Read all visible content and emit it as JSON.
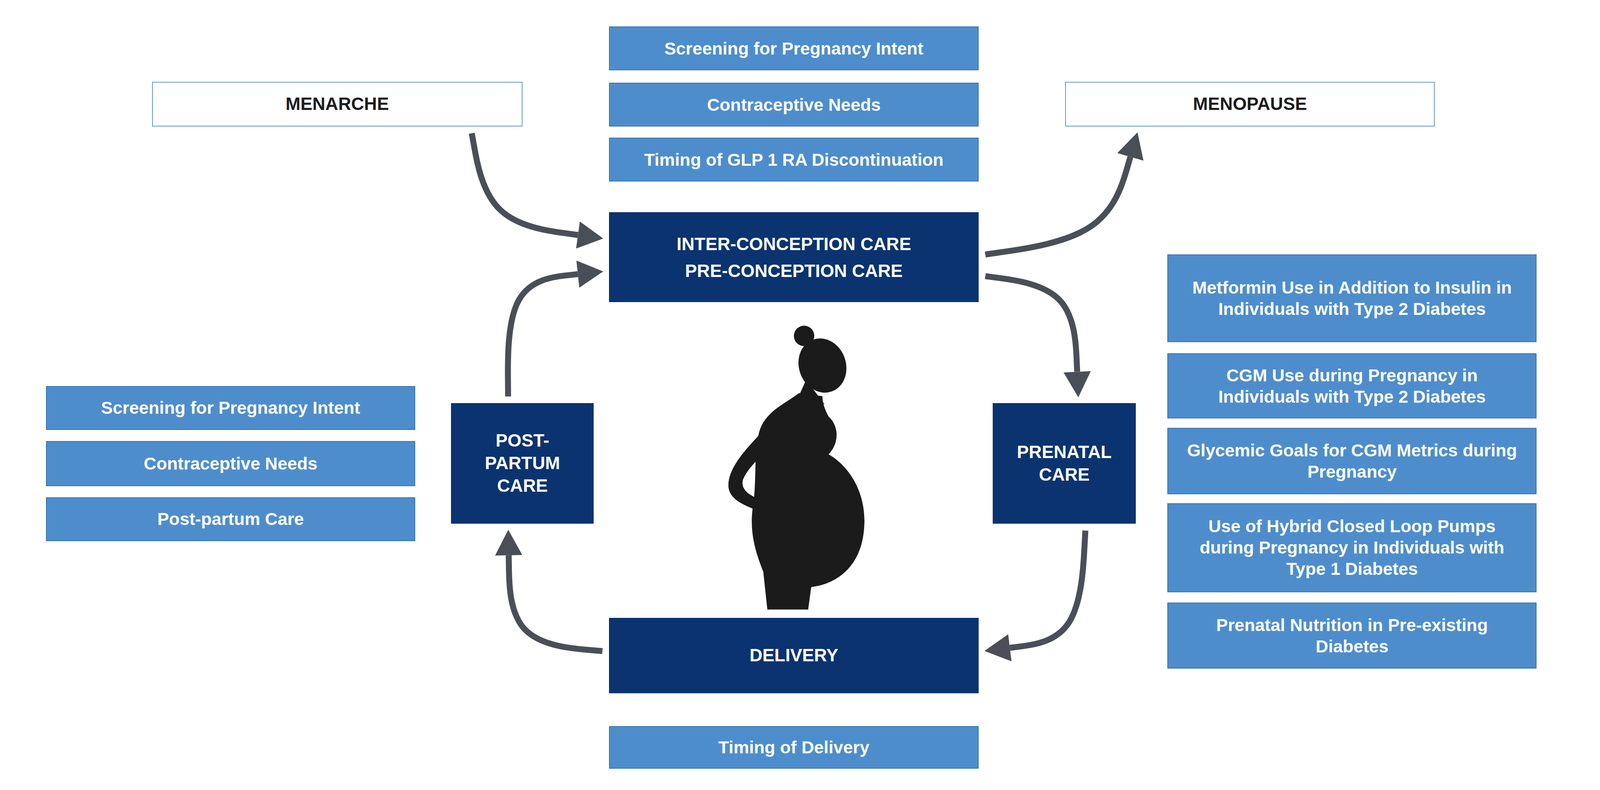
{
  "diagram": {
    "nodes": [
      {
        "text": [
          "MENARCHE"
        ]
      },
      {
        "text": [
          "Screening for Pregnancy Intent"
        ]
      },
      {
        "text": [
          "Contraceptive Needs"
        ]
      },
      {
        "text": [
          "Timing of GLP 1 RA Discontinuation"
        ]
      },
      {
        "text": [
          "MENOPAUSE"
        ]
      },
      {
        "text": [
          "INTER-CONCEPTION CARE",
          "PRE-CONCEPTION CARE"
        ]
      },
      {
        "text": [
          "Metformin Use in Addition to Insulin in Individuals with Type 2 Diabetes"
        ]
      },
      {
        "text": [
          "CGM Use during Pregnancy in Individuals with Type 2 Diabetes"
        ]
      },
      {
        "text": [
          "Glycemic Goals for CGM Metrics during Pregnancy"
        ]
      },
      {
        "text": [
          "Screening for Pregnancy Intent"
        ]
      },
      {
        "text": [
          "Contraceptive Needs"
        ]
      },
      {
        "text": [
          "Post-partum Care"
        ]
      },
      {
        "text": [
          "POST- PARTUM CARE"
        ]
      },
      {
        "text": [
          "PRENATAL CARE"
        ]
      },
      {
        "text": [
          "Use of Hybrid Closed Loop Pumps during Pregnancy in Individuals with Type 1 Diabetes"
        ]
      },
      {
        "text": [
          "Prenatal Nutrition in Pre-existing Diabetes"
        ]
      },
      {
        "text": [
          "DELIVERY"
        ]
      },
      {
        "text": [
          "Timing of Delivery"
        ]
      }
    ],
    "edges": [
      {
        "from": 0,
        "to": 5,
        "arrow": "to"
      },
      {
        "from": 5,
        "to": 4,
        "arrow": "to"
      },
      {
        "from": 5,
        "to": 13,
        "arrow": "to"
      },
      {
        "from": 13,
        "to": 16,
        "arrow": "to"
      },
      {
        "from": 16,
        "to": 12,
        "arrow": "to"
      },
      {
        "from": 12,
        "to": 5,
        "arrow": "to"
      }
    ]
  }
}
